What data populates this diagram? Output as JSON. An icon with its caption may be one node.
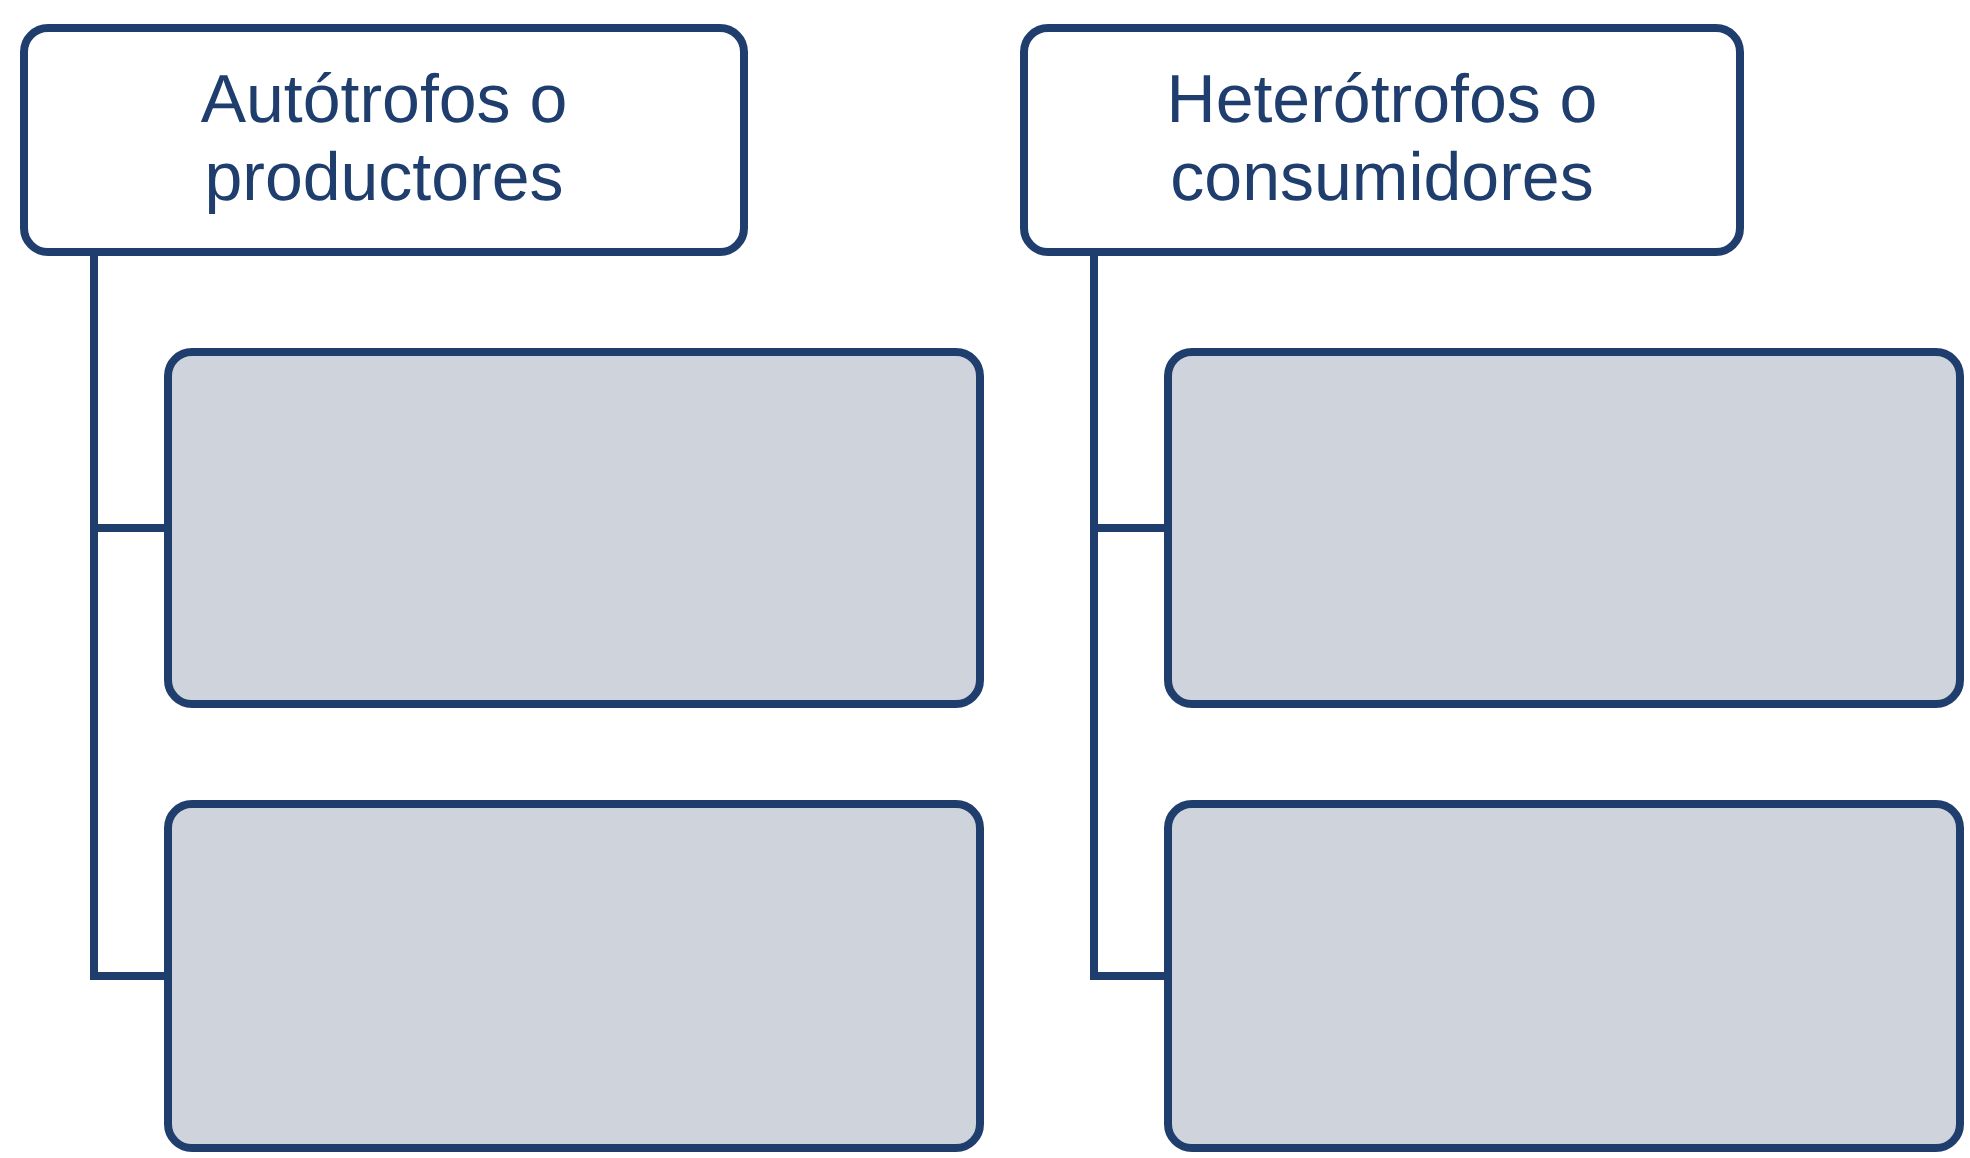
{
  "diagram": {
    "nodes": [
      {
        "text": [
          "Autótrofos o productores"
        ]
      },
      {
        "text": [],
        "shape": "box"
      },
      {
        "text": [],
        "shape": "box"
      },
      {
        "text": [
          "Heterótrofos o consumidores"
        ]
      },
      {
        "text": [],
        "shape": "box"
      },
      {
        "text": [],
        "shape": "box"
      }
    ],
    "edges": [
      {
        "from": 0,
        "to": 1,
        "arrow": "none"
      },
      {
        "from": 0,
        "to": 2,
        "arrow": "none"
      },
      {
        "from": 3,
        "to": 4,
        "arrow": "none"
      },
      {
        "from": 3,
        "to": 5,
        "arrow": "none"
      }
    ]
  }
}
